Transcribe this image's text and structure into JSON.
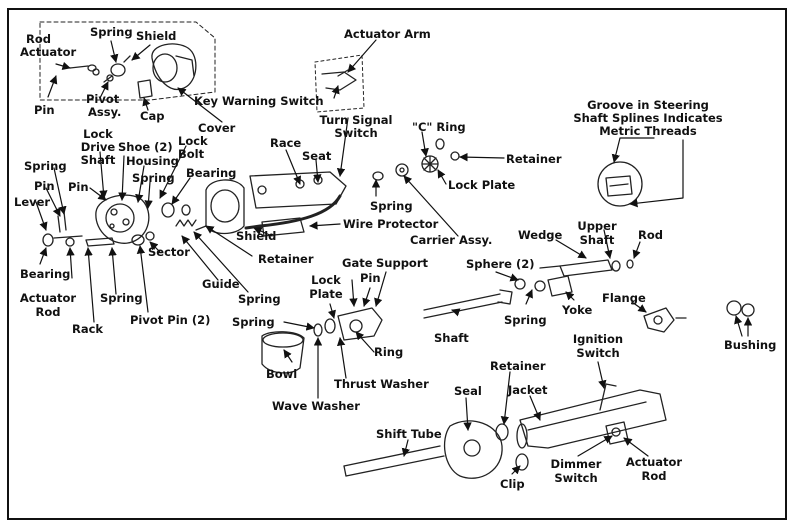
{
  "labels": {
    "rod_actuator_1": "Rod",
    "rod_actuator_2": "Actuator",
    "spring_top": "Spring",
    "shield_top": "Shield",
    "pin_top": "Pin",
    "pivot_assy_1": "Pivot",
    "pivot_assy_2": "Assy.",
    "cap": "Cap",
    "cover": "Cover",
    "key_warning_switch": "Key Warning Switch",
    "actuator_arm": "Actuator Arm",
    "turn_signal_switch_1": "Turn Signal",
    "turn_signal_switch_2": "Switch",
    "race": "Race",
    "seat": "Seat",
    "c_ring": "\"C\" Ring",
    "retainer_right": "Retainer",
    "lock_plate": "Lock Plate",
    "groove_1": "Groove in Steering",
    "groove_2": "Shaft Splines Indicates",
    "groove_3": "Metric Threads",
    "lock_drive_shaft_1": "Lock",
    "lock_drive_shaft_2": "Drive",
    "lock_drive_shaft_3": "Shaft",
    "shoe_2": "Shoe (2)",
    "housing": "Housing",
    "lock_bolt_1": "Lock",
    "lock_bolt_2": "Bolt",
    "spring_left": "Spring",
    "pin_left": "Pin",
    "lever": "Lever",
    "pin_mid": "Pin",
    "spring_mid": "Spring",
    "bearing_mid": "Bearing",
    "spring_switch": "Spring",
    "wire_protector": "Wire Protector",
    "shield_mid": "Shield",
    "carrier_assy": "Carrier Assy.",
    "bearing_left": "Bearing",
    "actuator_rod_left_1": "Actuator",
    "actuator_rod_left_2": "Rod",
    "rack": "Rack",
    "spring_lower": "Spring",
    "pivot_pin_2": "Pivot Pin (2)",
    "sector": "Sector",
    "guide": "Guide",
    "retainer_mid": "Retainer",
    "spring_guide": "Spring",
    "wedge": "Wedge",
    "upper_shaft_1": "Upper",
    "upper_shaft_2": "Shaft",
    "rod_right": "Rod",
    "lock_plate_2_1": "Lock",
    "lock_plate_2_2": "Plate",
    "gate": "Gate",
    "support": "Support",
    "pin_gate": "Pin",
    "sphere_2": "Sphere (2)",
    "spring_bowl": "Spring",
    "spring_sphere": "Spring",
    "yoke": "Yoke",
    "flange": "Flange",
    "bushing": "Bushing",
    "shaft": "Shaft",
    "ring": "Ring",
    "bowl": "Bowl",
    "thrust_washer": "Thrust Washer",
    "wave_washer": "Wave Washer",
    "ignition_switch_1": "Ignition",
    "ignition_switch_2": "Switch",
    "seal": "Seal",
    "retainer_low": "Retainer",
    "jacket": "Jacket",
    "shift_tube": "Shift Tube",
    "dimmer_switch_1": "Dimmer",
    "dimmer_switch_2": "Switch",
    "actuator_rod_right_1": "Actuator",
    "actuator_rod_right_2": "Rod",
    "clip": "Clip"
  }
}
